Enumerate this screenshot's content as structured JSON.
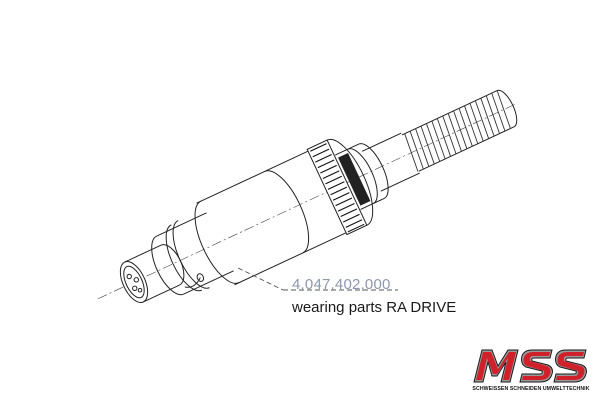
{
  "drawing": {
    "part_number": "4,047,402,000",
    "description": "wearing parts RA DRIVE"
  },
  "logo": {
    "text": "MSS",
    "tagline": "SCHWEISSEN SCHNEIDEN UMWELTTECHNIK",
    "colors": {
      "red": "#d0202a",
      "gray": "#9a9a9a",
      "dark": "#1a1a1a"
    }
  },
  "colors": {
    "line": "#222222",
    "part_number_text": "#8c98ad",
    "dashed_leader": "#555555"
  }
}
